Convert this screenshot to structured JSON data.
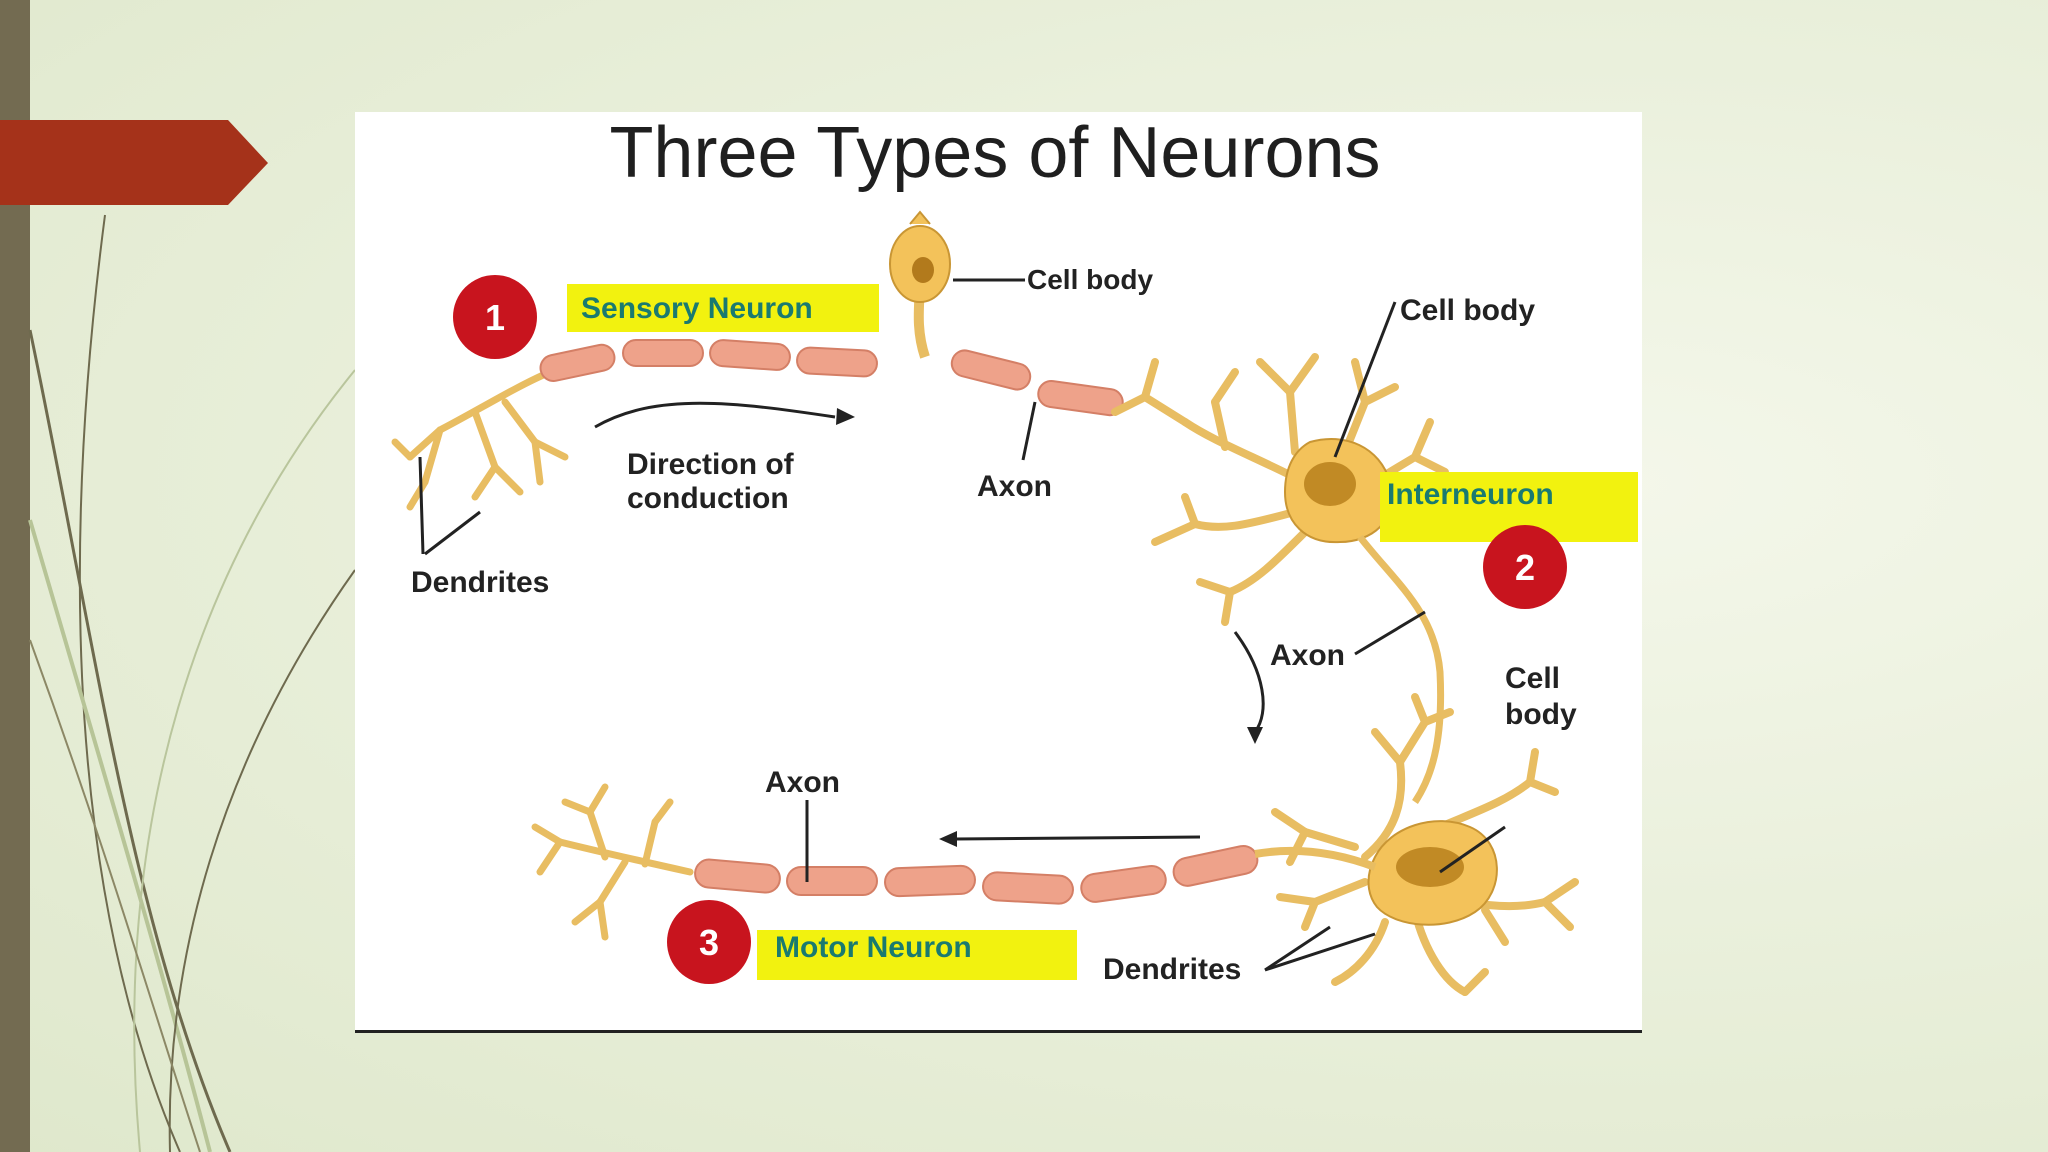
{
  "figure": {
    "title": "Three Types of Neurons",
    "sensory": {
      "number": "1",
      "name": "Sensory Neuron",
      "cell_body": "Cell body",
      "axon": "Axon",
      "dendrites": "Dendrites",
      "direction_line1": "Direction of",
      "direction_line2": "conduction"
    },
    "interneuron": {
      "number": "2",
      "name": "Interneuron",
      "cell_body": "Cell body",
      "axon": "Axon"
    },
    "motor": {
      "number": "3",
      "name": "Motor Neuron",
      "cell_body_line1": "Cell",
      "cell_body_line2": "body",
      "axon": "Axon",
      "dendrites": "Dendrites"
    }
  },
  "colors": {
    "accent_arrow": "#a5321a",
    "left_bar": "#736b51",
    "highlight": "#f2f20f",
    "badge": "#c8141e",
    "myelin": "#eea28a",
    "neuron": "#f3c25a"
  }
}
